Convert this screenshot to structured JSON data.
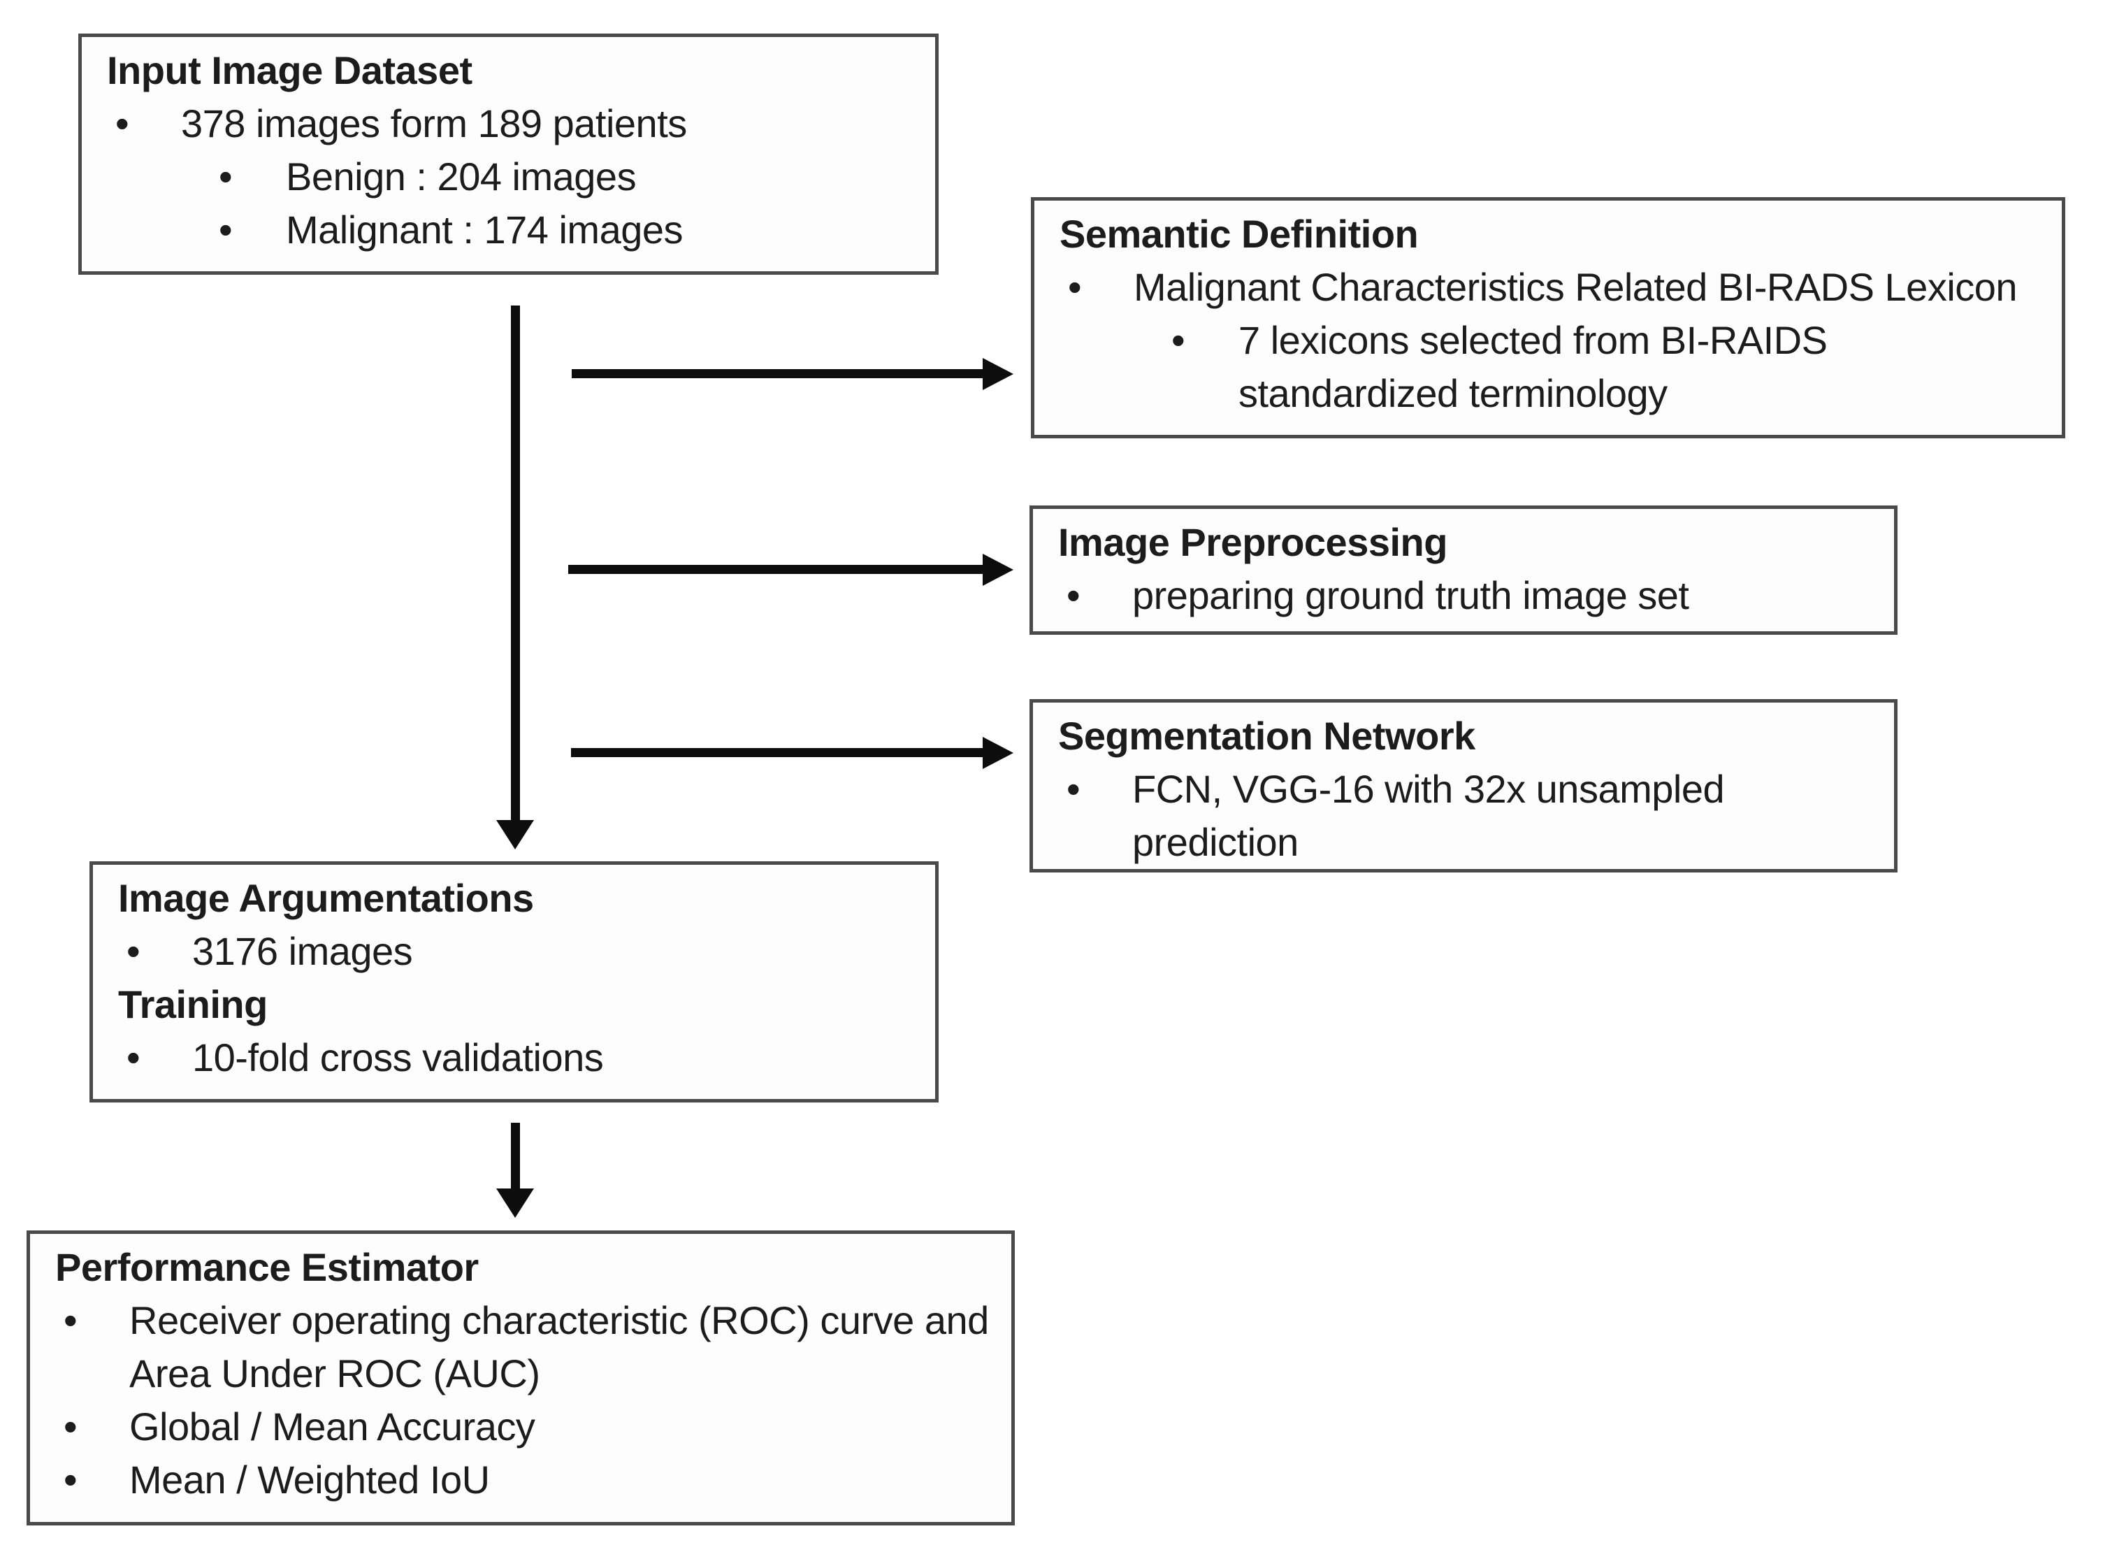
{
  "ui": {
    "bullet": "•"
  },
  "colors": {
    "background": "#ffffff",
    "box_border": "#4a4a4a",
    "text": "#1c1c1c",
    "arrow": "#0d0d0d"
  },
  "diagram": {
    "type": "flowchart",
    "boxes": [
      {
        "name": "input-image-dataset",
        "sections": [
          {
            "title": "Input Image Dataset",
            "items": [
              {
                "level": 1,
                "text": "378 images form 189 patients"
              },
              {
                "level": 2,
                "text": "Benign : 204 images"
              },
              {
                "level": 2,
                "text": "Malignant : 174 images"
              }
            ]
          }
        ]
      },
      {
        "name": "semantic-definition",
        "sections": [
          {
            "title": "Semantic Definition",
            "items": [
              {
                "level": 1,
                "text": "Malignant Characteristics Related BI-RADS Lexicon"
              },
              {
                "level": 2,
                "text": "7 lexicons selected from BI-RAIDS standardized terminology"
              }
            ]
          }
        ]
      },
      {
        "name": "image-preprocessing",
        "sections": [
          {
            "title": "Image Preprocessing",
            "items": [
              {
                "level": 1,
                "text": "preparing ground truth image set"
              }
            ]
          }
        ]
      },
      {
        "name": "segmentation-network",
        "sections": [
          {
            "title": "Segmentation Network",
            "items": [
              {
                "level": 1,
                "text": "FCN, VGG-16 with 32x unsampled prediction"
              }
            ]
          }
        ]
      },
      {
        "name": "image-argumentations-training",
        "sections": [
          {
            "title": "Image Argumentations",
            "items": [
              {
                "level": 1,
                "text": "3176 images"
              }
            ]
          },
          {
            "title": "Training",
            "items": [
              {
                "level": 1,
                "text": "10-fold cross validations"
              }
            ]
          }
        ]
      },
      {
        "name": "performance-estimator",
        "sections": [
          {
            "title": "Performance Estimator",
            "items": [
              {
                "level": 1,
                "text": "Receiver operating characteristic (ROC) curve and Area Under ROC (AUC)"
              },
              {
                "level": 1,
                "text": "Global / Mean Accuracy"
              },
              {
                "level": 1,
                "text": "Mean / Weighted IoU"
              }
            ]
          }
        ]
      }
    ],
    "connections": [
      {
        "from": "input-image-dataset",
        "to": "semantic-definition",
        "style": "arrow-right"
      },
      {
        "from": "input-image-dataset",
        "to": "image-preprocessing",
        "style": "arrow-right"
      },
      {
        "from": "input-image-dataset",
        "to": "segmentation-network",
        "style": "arrow-right"
      },
      {
        "from": "input-image-dataset",
        "to": "image-argumentations-training",
        "style": "arrow-down"
      },
      {
        "from": "image-argumentations-training",
        "to": "performance-estimator",
        "style": "arrow-down"
      }
    ]
  }
}
